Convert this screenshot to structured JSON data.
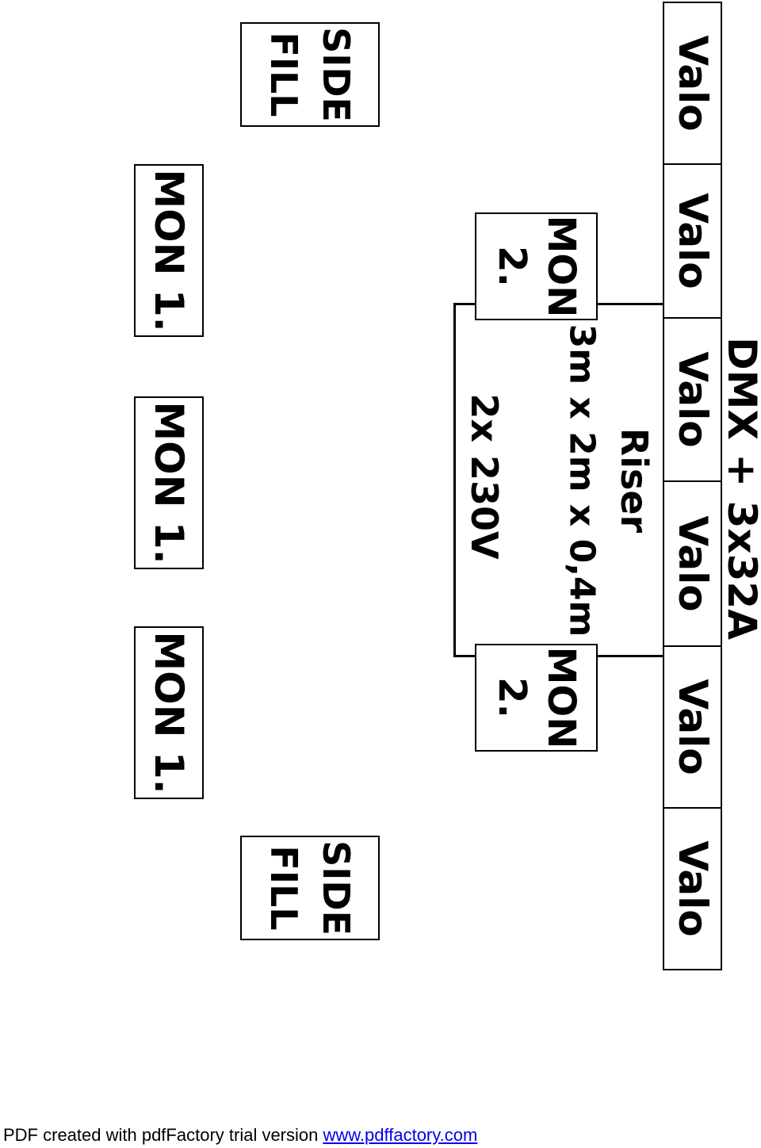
{
  "header": {
    "title": "DMX + 3x32A"
  },
  "valo_strip": {
    "items": [
      "Valo",
      "Valo",
      "Valo",
      "Valo",
      "Valo",
      "Valo"
    ]
  },
  "riser": {
    "title": "Riser",
    "dimensions": "3m x 2m x 0,4m",
    "power": "2x 230V"
  },
  "monitors": {
    "mon2": [
      "MON\n2.",
      "MON\n2."
    ],
    "mon1": [
      "MON 1.",
      "MON 1.",
      "MON 1."
    ]
  },
  "side_fills": [
    "SIDE\nFILL",
    "SIDE\nFILL"
  ],
  "footer": {
    "prefix": "PDF created with pdfFactory trial version ",
    "link": "www.pdffactory.com"
  }
}
